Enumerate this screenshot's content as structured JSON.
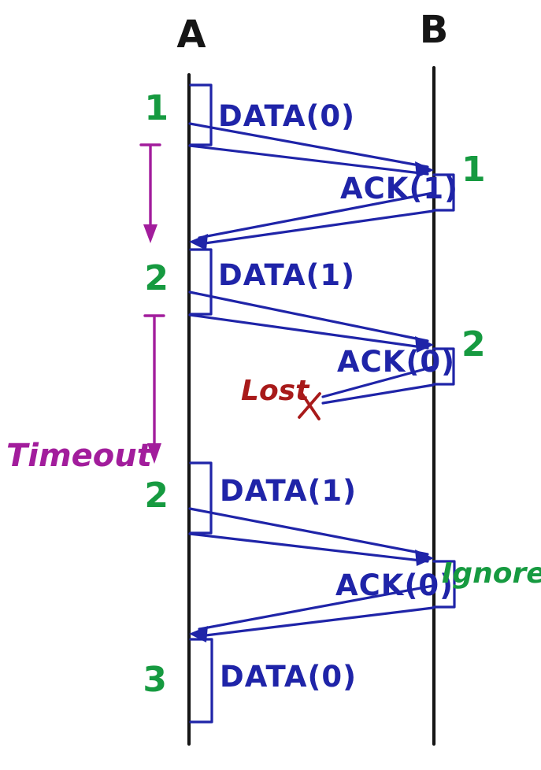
{
  "colors": {
    "ink": "#161616",
    "message": "#1f24a8",
    "sequence": "#169a40",
    "timeout": "#a21d9c",
    "lost": "#a81a1a"
  },
  "hosts": {
    "a": {
      "label": "A"
    },
    "b": {
      "label": "B"
    }
  },
  "messages": [
    {
      "label": "DATA(0)",
      "from": "A",
      "to": "B"
    },
    {
      "label": "ACK(1)",
      "from": "B",
      "to": "A"
    },
    {
      "label": "DATA(1)",
      "from": "A",
      "to": "B"
    },
    {
      "label": "ACK(0)",
      "from": "B",
      "to": "A",
      "lost": true
    },
    {
      "label": "DATA(1)",
      "from": "A",
      "to": "B"
    },
    {
      "label": "ACK(0)",
      "from": "B",
      "to": "A"
    },
    {
      "label": "DATA(0)",
      "from": "A",
      "to": "B"
    }
  ],
  "sender_steps": [
    "1",
    "2",
    "2",
    "3"
  ],
  "receiver_steps": [
    "1",
    "2"
  ],
  "annotations": {
    "timeout": "Timeout",
    "lost": "Lost",
    "ignore": "Ignore"
  }
}
